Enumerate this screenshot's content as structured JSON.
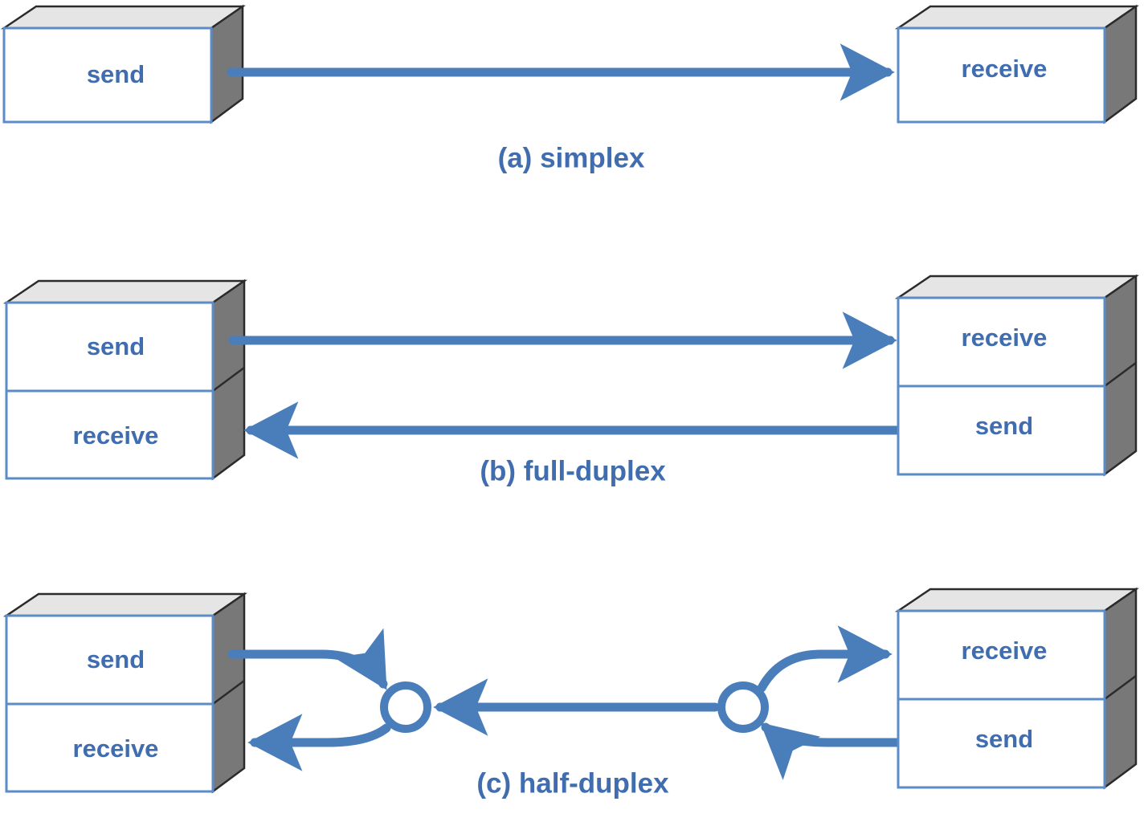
{
  "figure": {
    "title": "Transmission modes diagram",
    "background": "#ffffff",
    "colors": {
      "accent_blue": "#4a7ebb",
      "text_blue": "#3f6db0",
      "box_face": "#ffffff",
      "box_top": "#e5e5e5",
      "box_side": "#787878",
      "edge_dark": "#2b2b2b",
      "box_border_blue": "#5b8cc8"
    }
  },
  "panels": [
    {
      "id": "a",
      "caption": "(a)  simplex",
      "left_box": {
        "name": "left-device",
        "compartments": [
          {
            "label": "send"
          }
        ]
      },
      "right_box": {
        "name": "right-device",
        "compartments": [
          {
            "label": "receive"
          }
        ]
      },
      "links": [
        {
          "name": "link-send-to-receive",
          "from": "send",
          "to": "receive",
          "direction": "left-to-right",
          "style": "straight"
        }
      ]
    },
    {
      "id": "b",
      "caption": "(b)  full-duplex",
      "left_box": {
        "name": "left-device",
        "compartments": [
          {
            "label": "send"
          },
          {
            "label": "receive"
          }
        ]
      },
      "right_box": {
        "name": "right-device",
        "compartments": [
          {
            "label": "receive"
          },
          {
            "label": "send"
          }
        ]
      },
      "links": [
        {
          "name": "link-send-to-receive",
          "from": "send",
          "to": "receive",
          "direction": "left-to-right",
          "style": "straight"
        },
        {
          "name": "link-send-to-receive-return",
          "from": "send",
          "to": "receive",
          "direction": "right-to-left",
          "style": "straight"
        }
      ]
    },
    {
      "id": "c",
      "caption": "(c)  half-duplex",
      "left_box": {
        "name": "left-device",
        "compartments": [
          {
            "label": "send"
          },
          {
            "label": "receive"
          }
        ]
      },
      "right_box": {
        "name": "right-device",
        "compartments": [
          {
            "label": "receive"
          },
          {
            "label": "send"
          }
        ]
      },
      "junctions": [
        {
          "name": "left-junction",
          "shape": "circle"
        },
        {
          "name": "right-junction",
          "shape": "circle"
        }
      ],
      "links": [
        {
          "name": "link-left-send-to-junction",
          "from": "send",
          "to": "left-junction",
          "direction": "curve-down-right",
          "style": "curved"
        },
        {
          "name": "link-left-junction-to-receive",
          "from": "left-junction",
          "to": "receive",
          "direction": "curve-down-left",
          "style": "curved"
        },
        {
          "name": "link-shared-channel",
          "from": "right-junction",
          "to": "left-junction",
          "direction": "right-to-left",
          "style": "straight"
        },
        {
          "name": "link-right-junction-to-receive",
          "from": "right-junction",
          "to": "receive",
          "direction": "curve-up-right",
          "style": "curved"
        },
        {
          "name": "link-right-send-to-junction",
          "from": "send",
          "to": "right-junction",
          "direction": "curve-up-left",
          "style": "curved"
        }
      ]
    }
  ]
}
